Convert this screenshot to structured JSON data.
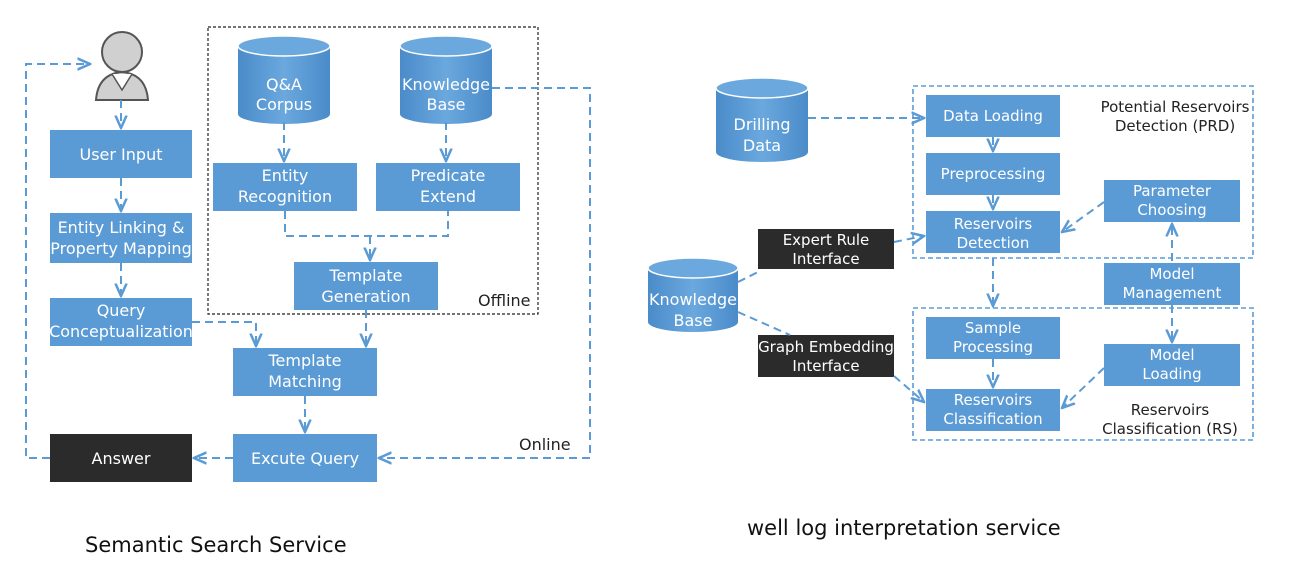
{
  "left": {
    "caption": "Semantic Search Service",
    "user_input": "User Input",
    "entity_linking": [
      "Entity Linking &",
      "Property Mapping"
    ],
    "query_conceptualization": [
      "Query",
      "Conceptualization"
    ],
    "answer": "Answer",
    "qa_corpus": [
      "Q&A",
      "Corpus"
    ],
    "knowledge_base": [
      "Knowledge",
      "Base"
    ],
    "entity_recognition": [
      "Entity",
      "Recognition"
    ],
    "predicate_extend": [
      "Predicate",
      "Extend"
    ],
    "template_generation": [
      "Template",
      "Generation"
    ],
    "template_matching": [
      "Template",
      "Matching"
    ],
    "excute_query": "Excute Query",
    "offline_label": "Offline",
    "online_label": "Online"
  },
  "right": {
    "caption": "well log interpretation service",
    "drilling_data": [
      "Drilling",
      "Data"
    ],
    "knowledge_base": [
      "Knowledge",
      "Base"
    ],
    "data_loading": "Data Loading",
    "preprocessing": "Preprocessing",
    "reservoirs_detection": [
      "Reservoirs",
      "Detection"
    ],
    "parameter_choosing": [
      "Parameter",
      "Choosing"
    ],
    "prd_label": [
      "Potential Reservoirs",
      "Detection (PRD)"
    ],
    "expert_rule": [
      "Expert Rule",
      "Interface"
    ],
    "model_management": [
      "Model",
      "Management"
    ],
    "sample_processing": [
      "Sample",
      "Processing"
    ],
    "model_loading": [
      "Model",
      "Loading"
    ],
    "graph_embedding": [
      "Graph Embedding",
      "Interface"
    ],
    "reservoirs_classification": [
      "Reservoirs",
      "Classification"
    ],
    "rs_label": [
      "Reservoirs",
      "Classification (RS)"
    ]
  },
  "colors": {
    "box_blue": "#5b9bd5",
    "line_blue": "#5b9bd5",
    "dark_box": "#2b2b2b",
    "text_white": "#ffffff",
    "text_dark": "#222222"
  }
}
